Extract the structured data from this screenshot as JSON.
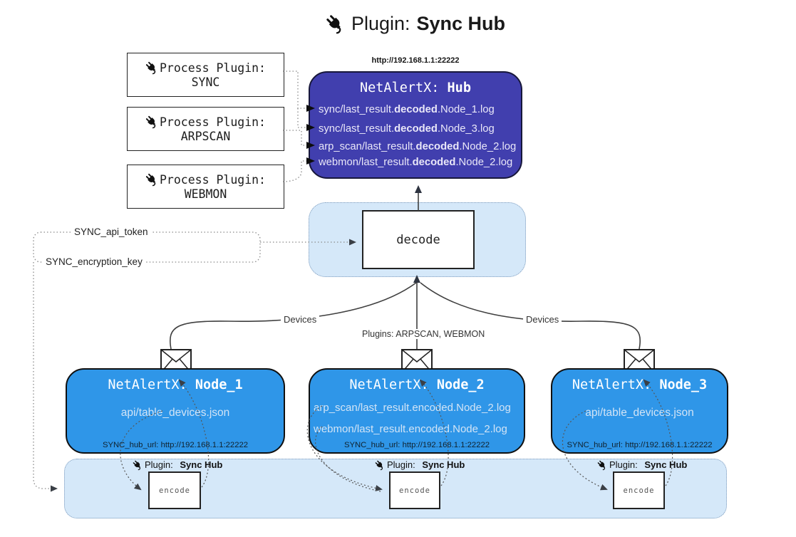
{
  "title": {
    "prefix": "Plugin:",
    "name": "Sync Hub"
  },
  "hub": {
    "url": "http://192.168.1.1:22222",
    "title_prefix": "NetAlertX:",
    "title_name": "Hub",
    "rows": [
      {
        "pre": "sync/last_result.",
        "mid": "decoded",
        "post": ".Node_1.log"
      },
      {
        "pre": "sync/last_result.",
        "mid": "decoded",
        "post": ".Node_3.log"
      },
      {
        "pre": "arp_scan/last_result.",
        "mid": "decoded",
        "post": ".Node_2.log"
      },
      {
        "pre": "webmon/last_result.",
        "mid": "decoded",
        "post": ".Node_2.log"
      }
    ]
  },
  "process_plugins": [
    {
      "label": "Process Plugin:",
      "name": "SYNC"
    },
    {
      "label": "Process Plugin:",
      "name": "ARPSCAN"
    },
    {
      "label": "Process Plugin:",
      "name": "WEBMON"
    }
  ],
  "decode": {
    "box": "decode",
    "api_token": "SYNC_api_token",
    "encryption_key": "SYNC_encryption_key"
  },
  "edges": {
    "devices_left": "Devices",
    "devices_right": "Devices",
    "plugins_mid": "Plugins: ARPSCAN, WEBMON"
  },
  "nodes": [
    {
      "title_prefix": "NetAlertX:",
      "title_name": "Node_1",
      "files": [
        "api/table_devices.json"
      ],
      "hub_url": "SYNC_hub_url: http://192.168.1.1:22222"
    },
    {
      "title_prefix": "NetAlertX:",
      "title_name": "Node_2",
      "files": [
        "arp_scan/last_result.encoded.Node_2.log",
        "webmon/last_result.encoded.Node_2.log"
      ],
      "hub_url": "SYNC_hub_url: http://192.168.1.1:22222"
    },
    {
      "title_prefix": "NetAlertX:",
      "title_name": "Node_3",
      "files": [
        "api/table_devices.json"
      ],
      "hub_url": "SYNC_hub_url: http://192.168.1.1:22222"
    }
  ],
  "encoders": [
    {
      "label_prefix": "Plugin:",
      "label_name": "Sync Hub",
      "box": "encode"
    },
    {
      "label_prefix": "Plugin:",
      "label_name": "Sync Hub",
      "box": "encode"
    },
    {
      "label_prefix": "Plugin:",
      "label_name": "Sync Hub",
      "box": "encode"
    }
  ],
  "colors": {
    "hub_fill": "#413fae",
    "hub_border": "#17173a",
    "node_fill": "#2f96e8",
    "node_border": "#101010",
    "panel_fill": "#d5e8f9",
    "panel_border": "#7c99ba",
    "line": "#3f3f3f",
    "arrow": "#2e3440",
    "hub_text": "#e9e7f8",
    "node_text": "#d2e4f6"
  }
}
